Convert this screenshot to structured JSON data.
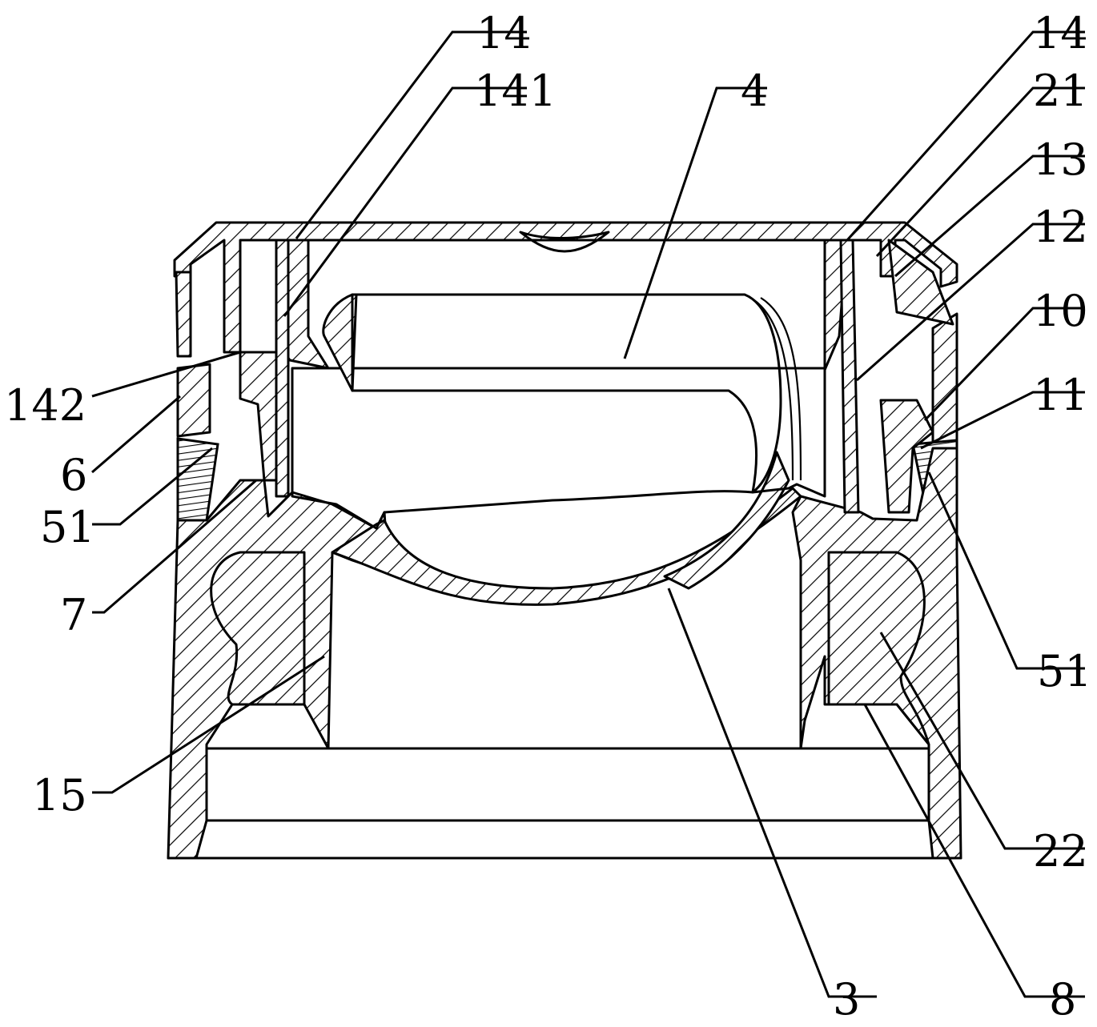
{
  "figure": {
    "labels": [
      {
        "id": "l14a",
        "text": "14"
      },
      {
        "id": "l141",
        "text": "141"
      },
      {
        "id": "l4",
        "text": "4"
      },
      {
        "id": "l14b",
        "text": "14"
      },
      {
        "id": "l21",
        "text": "21"
      },
      {
        "id": "l13",
        "text": "13"
      },
      {
        "id": "l12",
        "text": "12"
      },
      {
        "id": "l10",
        "text": "10"
      },
      {
        "id": "l11",
        "text": "11"
      },
      {
        "id": "l142",
        "text": "142"
      },
      {
        "id": "l6",
        "text": "6"
      },
      {
        "id": "l51a",
        "text": "51"
      },
      {
        "id": "l7",
        "text": "7"
      },
      {
        "id": "l51b",
        "text": "51"
      },
      {
        "id": "l15",
        "text": "15"
      },
      {
        "id": "l22",
        "text": "22"
      },
      {
        "id": "l3",
        "text": "3"
      },
      {
        "id": "l8",
        "text": "8"
      }
    ]
  }
}
